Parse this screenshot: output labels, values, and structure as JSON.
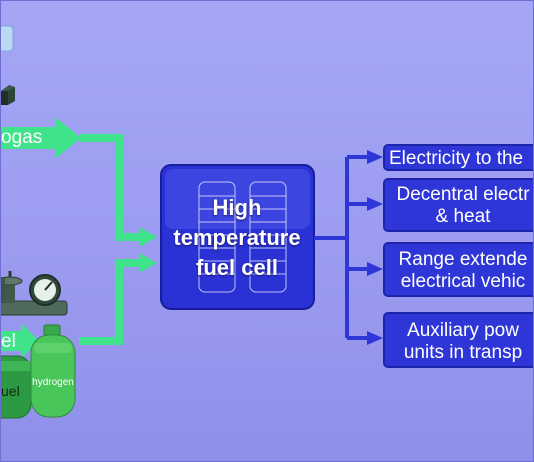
{
  "inputs": {
    "biogas_label": "ogas",
    "fuel_label": "el",
    "tank_fuel_label": "uel",
    "hydrogen_label": "hydrogen"
  },
  "center": {
    "title_line1": "High",
    "title_line2": "temperature",
    "title_line3": "fuel cell"
  },
  "outputs": [
    {
      "line1": "Electricity to the",
      "line2": ""
    },
    {
      "line1": "Decentral electr",
      "line2": "& heat"
    },
    {
      "line1": "Range extende",
      "line2": "electrical vehic"
    },
    {
      "line1": "Auxiliary pow",
      "line2": "units in transp"
    }
  ],
  "colors": {
    "background": "#a4a6f5",
    "input_arrow": "#3fe38a",
    "output_arrow": "#2f36d8",
    "fuel_cell": "#2f36d8",
    "hydrogen_tank": "#46c455"
  },
  "icons": [
    "container-icon",
    "valve-icon",
    "pressure-gauge-icon",
    "hydrogen-tank-icon",
    "fuel-tank-icon"
  ]
}
